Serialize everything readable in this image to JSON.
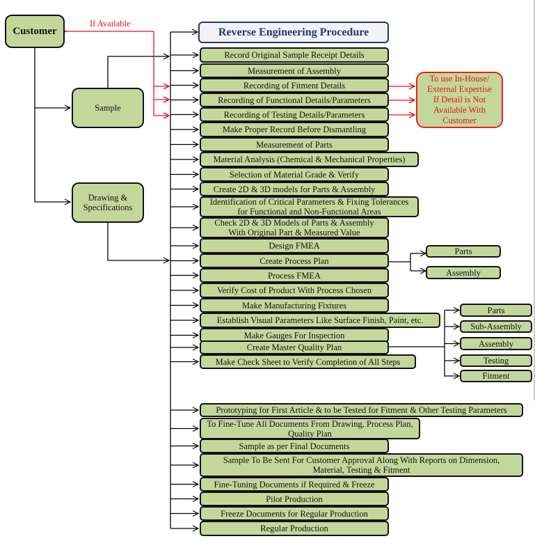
{
  "title": "Reverse Engineering Procedure",
  "colors": {
    "box_fill": "#c4d79b",
    "box_border": "#111111",
    "title_border": "#1f3a6e",
    "title_text": "#1f3a6e",
    "alert_red": "#e0141a",
    "connector": "#000000"
  },
  "sources": {
    "customer": "Customer",
    "sample": "Sample",
    "drawing": "Drawing &\nSpecifications",
    "if_available_label": "If Available"
  },
  "expertise_note": "To use In-House/\nExternal Expertise\nIf Detail is Not\nAvailable With\nCustomer",
  "steps": [
    "Record Original Sample Receipt Details",
    "Measurement of Assembly",
    "Recording of Fitment Details",
    "Recording of Functional Details/Parameters",
    "Recording of Testing Details/Parameters",
    "Make Proper Record Before Dismantling",
    "Measurement of Parts",
    "Material Analysis (Chemical & Mechanical Properties)",
    "Selection of Material Grade & Verify",
    "Create 2D & 3D models for Parts & Assembly",
    "Identification of Critical Parameters & Fixing Tolerances\nfor Functional and Non-Functional Areas",
    "Check 2D & 3D Models of Parts & Assembly\nWith Original Part & Measured Value",
    "Design FMEA",
    "Create Process Plan",
    "Process FMEA",
    "Verify Cost of Product With Process Chosen",
    "Make Manufacturing Fixtures",
    "Establish Visual Parameters Like Surface Finish, Paint, etc.",
    "Make Gauges For Inspection",
    "Create Master Quality Plan",
    "Make Check Sheet to Verify Completion of All Steps"
  ],
  "final_steps": [
    "Prototyping for First Article & to be Tested for Fitment & Other Testing Parameters",
    "To Fine-Tune All Documents From Drawing, Process Plan,\nQuality Plan",
    "Sample as per Final Documents",
    "Sample To Be Sent For Customer Approval Along With Reports on Dimension,\nMaterial, Testing & Fitment",
    "Fine-Tuning Documents if Required & Freeze",
    "Pilot Production",
    "Freeze Documents for Regular Production",
    "Regular Production"
  ],
  "process_plan_branches": [
    "Parts",
    "Assembly"
  ],
  "quality_plan_branches": [
    "Parts",
    "Sub-Assembly",
    "Assembly",
    "Testing",
    "Fitment"
  ]
}
